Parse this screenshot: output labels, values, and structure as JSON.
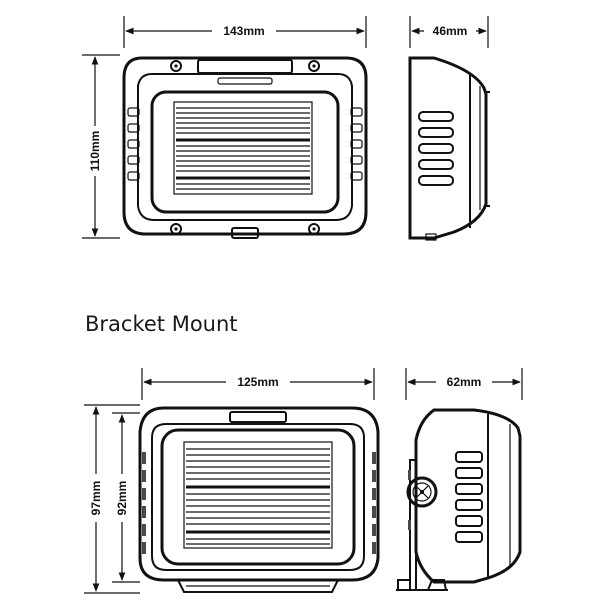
{
  "top": {
    "width_label": "143mm",
    "depth_label": "46mm",
    "height_label": "110mm"
  },
  "section": {
    "title": "Bracket Mount"
  },
  "bottom": {
    "width_label": "125mm",
    "depth_label": "62mm",
    "outer_height_label": "97mm",
    "inner_height_label": "92mm"
  },
  "colors": {
    "stroke": "#111111",
    "background": "#ffffff"
  }
}
